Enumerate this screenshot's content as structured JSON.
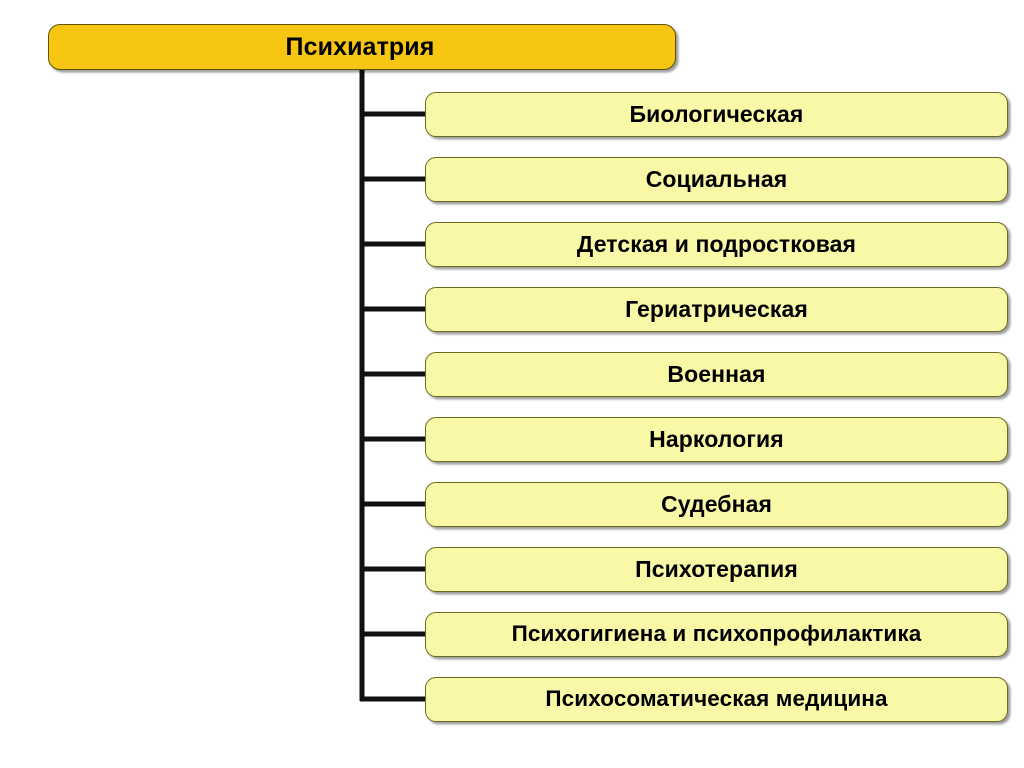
{
  "diagram": {
    "type": "tree",
    "orientation": "vertical-trunk-right-branches",
    "background_color": "#ffffff",
    "root": {
      "label": "Психиатрия",
      "fill_color": "#f6c613",
      "border_color": "#5d5200",
      "text_color": "#000000"
    },
    "child_style": {
      "fill_color": "#f8f8a6",
      "border_color": "#6b6b20",
      "text_color": "#000000"
    },
    "connector_color": "#111111",
    "children": [
      {
        "label": "Биологическая"
      },
      {
        "label": "Социальная"
      },
      {
        "label": "Детская и подростковая"
      },
      {
        "label": "Гериатрическая"
      },
      {
        "label": "Военная"
      },
      {
        "label": "Наркология"
      },
      {
        "label": "Судебная"
      },
      {
        "label": "Психотерапия"
      },
      {
        "label": "Психогигиена и психопрофилактика"
      },
      {
        "label": "Психосоматическая медицина"
      }
    ]
  }
}
